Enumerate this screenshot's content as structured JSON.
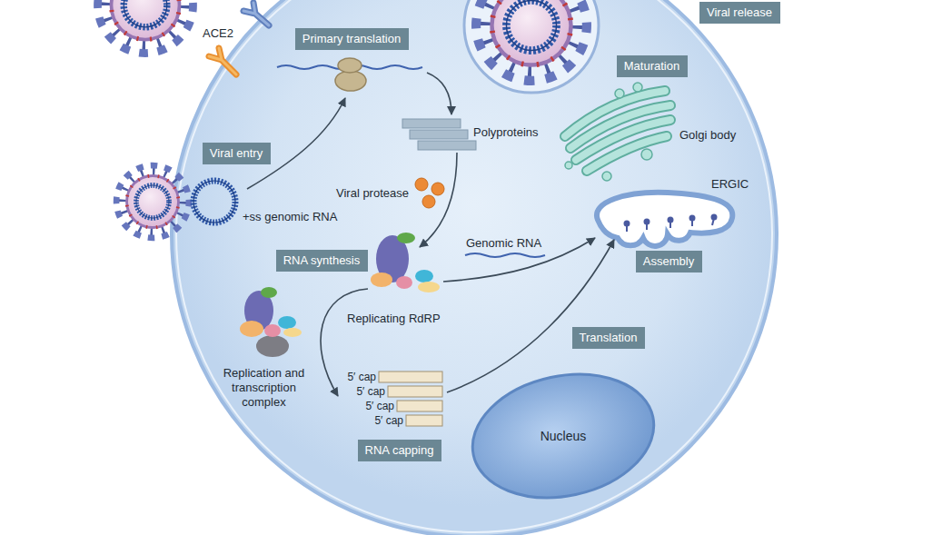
{
  "diagram": {
    "nodes": [
      {
        "text": [
          "Viral release"
        ]
      },
      {
        "text": [
          "Primary translation"
        ]
      },
      {
        "text": [
          "Maturation"
        ]
      },
      {
        "text": [
          "Viral entry"
        ]
      },
      {
        "text": [
          "RNA synthesis"
        ]
      },
      {
        "text": [
          "Assembly"
        ]
      },
      {
        "text": [
          "Translation"
        ]
      },
      {
        "text": [
          "Nucleus"
        ]
      },
      {
        "text": [
          "RNA capping"
        ]
      }
    ],
    "labels": [
      "ACE2",
      "+ss genomic RNA",
      "Polyproteins",
      "Viral protease",
      "Golgi body",
      "ERGIC",
      "Genomic RNA",
      "Replicating RdRP",
      "Replication and transcription complex",
      "5′ cap",
      "5′ cap",
      "5′ cap",
      "5′ cap"
    ]
  }
}
